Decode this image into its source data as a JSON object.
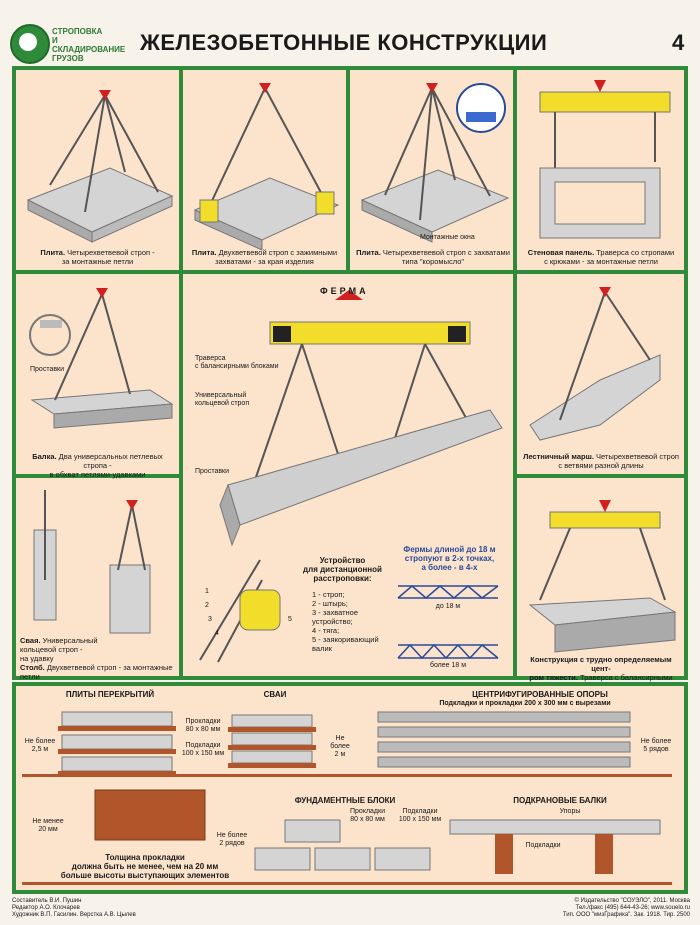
{
  "header": {
    "series_line1": "СТРОПОВКА",
    "series_line2": "И СКЛАДИРОВАНИЕ",
    "series_line3": "ГРУЗОВ",
    "title": "ЖЕЛЕЗОБЕТОННЫЕ КОНСТРУКЦИИ",
    "page_number": "4"
  },
  "panels": {
    "p1": {
      "bold": "Плита.",
      "text": " Четырехветвевой строп -",
      "line2": "за монтажные петли"
    },
    "p2": {
      "bold": "Плита.",
      "text": " Двухветвевой строп с зажимными",
      "line2": "захватами - за края изделия"
    },
    "p3": {
      "bold": "Плита.",
      "text": " Четырехветвевой строп с захватами",
      "line2": "типа \"коромысло\"",
      "label": "Монтажные окна"
    },
    "p4": {
      "bold": "Стеновая панель.",
      "text": " Траверса со стропами",
      "line2": "с крюками - за монтажные петли"
    },
    "p5": {
      "label": "Проставки",
      "bold": "Балка.",
      "text": " Два универсальных петлевых стропа -",
      "line2": "в обхват петлями-удавками"
    },
    "p6": {
      "bold": "Свая.",
      "text": " Универсальный",
      "line2": "кольцевой строп -",
      "line3": "на удавку",
      "bold2": "Столб.",
      "text2": " Двухветвевой строп - за монтажные петли"
    },
    "p7": {
      "bold": "Лестничный марш.",
      "text": " Четырехветвевой строп",
      "line2": "с ветвями разной длины"
    },
    "p8": {
      "bold": "Конструкция с трудно определяемым цент-",
      "line2b": "ром тяжести.",
      "text": " Траверса с балансирными блоками"
    },
    "truss": {
      "title": "ФЕРМА",
      "l1a": "Траверса",
      "l1b": "с балансирными блоками",
      "l2a": "Универсальный",
      "l2b": "кольцевой строп",
      "l3": "Проставки",
      "dev_title1": "Устройство",
      "dev_title2": "для дистанционной",
      "dev_title3": "расстроповки:",
      "items": [
        "1 - строп;",
        "2 - штырь;",
        "3 - захватное",
        "устройство;",
        "4 - тяга;",
        "5 - заякоривающий",
        "валик"
      ],
      "note1": "Фермы длиной до 18 м",
      "note2": "стропуют в 2-х точках,",
      "note3": "а более - в 4-х",
      "dim1": "до 18 м",
      "dim2": "более 18 м",
      "nums": [
        "1",
        "2",
        "3",
        "4",
        "5"
      ]
    }
  },
  "storage": {
    "s1": {
      "title": "ПЛИТЫ ПЕРЕКРЫТИЙ",
      "h1": "Не более",
      "h2": "2,5 м",
      "p1a": "Прокладки",
      "p1b": "80 x 80 мм",
      "p2a": "Подкладки",
      "p2b": "100 x 150 мм"
    },
    "s2": {
      "title": "СВАИ",
      "h1": "Не",
      "h2": "более",
      "h3": "2 м"
    },
    "s3": {
      "title": "ЦЕНТРИФУГИРОВАННЫЕ ОПОРЫ",
      "sub": "Подкладки и прокладки 200 x 300 мм с вырезами",
      "h1": "Не более",
      "h2": "5 рядов"
    },
    "s4": {
      "h1": "Не менее",
      "h2": "20 мм",
      "note1": "Толщина прокладки",
      "note2": "должна быть не менее, чем на 20 мм",
      "note3": "больше высоты выступающих элементов"
    },
    "s5": {
      "title": "ФУНДАМЕНТНЫЕ БЛОКИ",
      "h1": "Не более",
      "h2": "2 рядов",
      "p1a": "Прокладки",
      "p1b": "80 x 80 мм",
      "p2a": "Подкладки",
      "p2b": "100 x 150 мм"
    },
    "s6": {
      "title": "ПОДКРАНОВЫЕ БАЛКИ",
      "l1": "Упоры",
      "l2": "Подкладки"
    }
  },
  "footer": {
    "left": [
      "Составитель В.И. Пушин",
      "Редактор А.О. Клочарев",
      "Художник В.П. Гасилин. Верстка А.В. Цылев"
    ],
    "right": [
      "© Издательство \"СОУЭЛО\", 2011. Москва",
      "Тел./факс (495) 644-43-26; www.souelo.ru",
      "Тип. ООО \"мизГрафика\". Зак. 1918. Тир. 2500"
    ]
  },
  "colors": {
    "frame": "#2f8a3a",
    "panel": "#fbe3cc",
    "beam": "#f2de2a",
    "hook": "#d12020",
    "concrete": "#c9c9c9",
    "wood": "#b0562a"
  }
}
